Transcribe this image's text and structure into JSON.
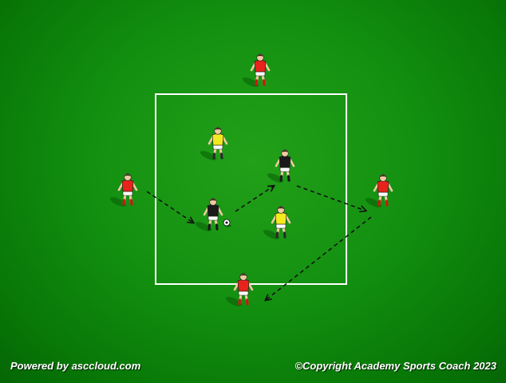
{
  "footer": {
    "powered_by": "Powered by asccloud.com",
    "copyright": "©Copyright Academy Sports Coach 2023"
  },
  "colors": {
    "grid_line": "#ffffff",
    "pass_arrow": "#111111",
    "team_red": "#e8231b",
    "team_yellow": "#f2ea1e",
    "team_black": "#1a1a1a"
  },
  "diagram": {
    "players": [
      {
        "name": "player-red-top",
        "team": "red"
      },
      {
        "name": "player-red-left",
        "team": "red"
      },
      {
        "name": "player-red-right",
        "team": "red"
      },
      {
        "name": "player-red-bottom",
        "team": "red"
      },
      {
        "name": "player-yellow-upper",
        "team": "yellow"
      },
      {
        "name": "player-yellow-lower",
        "team": "yellow"
      },
      {
        "name": "player-black-upper",
        "team": "black"
      },
      {
        "name": "player-black-with-ball",
        "team": "black"
      }
    ],
    "pass_sequence": [
      "player-red-left to player-black-with-ball",
      "player-black-with-ball to player-black-upper",
      "player-black-upper to player-red-right",
      "player-red-right to player-red-bottom"
    ]
  }
}
